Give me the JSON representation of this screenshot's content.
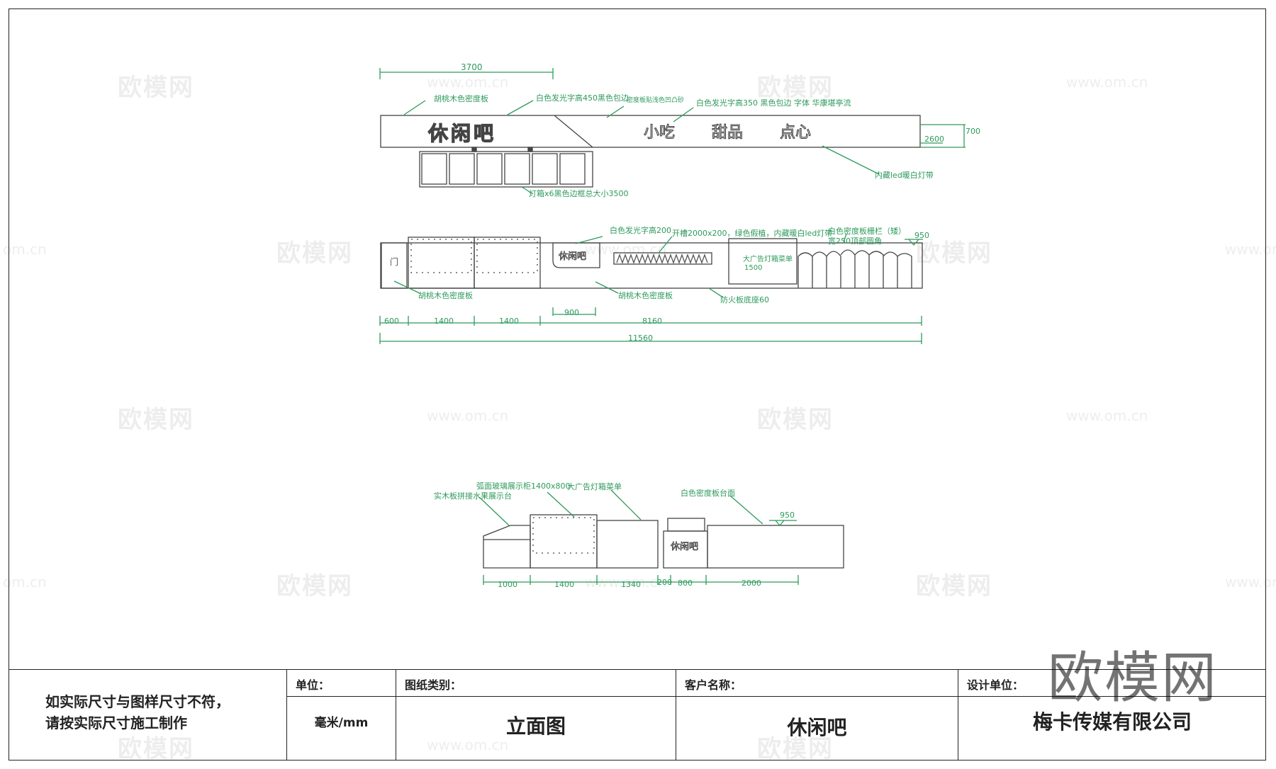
{
  "watermark": {
    "brand": "欧模网",
    "url": "www.om.cn",
    "url_fragment": "om.cn"
  },
  "drawing1": {
    "dim_top": "3700",
    "dim_right": "700",
    "dim_right2": "2600",
    "sign_main": "休闲吧",
    "sign_right": [
      "小吃",
      "甜品",
      "点心"
    ],
    "labels": {
      "walnut_board": "胡桃木色密度板",
      "white_lumin_450": "白色发光字高450黑色包边",
      "density_board_sand": "密度板贴浅色凹凸砂",
      "white_lumin_350": "白色发光字高350 黑色包边  字体 华康堪亭流",
      "led_strip": "内藏led暖白灯带",
      "lightbox": "灯箱x6黑色边框总大小3500"
    }
  },
  "drawing2": {
    "door": "门",
    "sign": "休闲吧",
    "menu": "大广告灯箱菜单",
    "menu_size": "1500",
    "dim_950": "950",
    "labels": {
      "white_lumin_200": "白色发光字高200",
      "groove": "开槽2000x200，绿色假植，内藏暖白led灯带",
      "fence": "白色密度板栅栏（矮）",
      "fence2": "宽250顶部圆角",
      "walnut_left": "胡桃木色密度板",
      "walnut_mid": "胡桃木色密度板",
      "fireproof": "防火板底座60"
    },
    "dims": [
      "600",
      "1400",
      "1400",
      "8160"
    ],
    "dim_900": "900",
    "dim_total": "11560"
  },
  "drawing3": {
    "sign": "休闲吧",
    "labels": {
      "glass_cabinet": "弧面玻璃展示柜1400x800",
      "fruit_table": "实木板拼接水果展示台",
      "menu": "大广告灯箱菜单",
      "white_counter": "白色密度板台面"
    },
    "dim_950": "950",
    "dims": [
      "1000",
      "1400",
      "1340",
      "200",
      "800",
      "2000"
    ]
  },
  "titleblock": {
    "note_line1": "如实际尺寸与图样尺寸不符，",
    "note_line2": "请按实际尺寸施工制作",
    "unit_head": "单位：",
    "unit_val": "毫米/mm",
    "type_head": "图纸类别：",
    "type_val": "立面图",
    "client_head": "客户名称：",
    "client_val": "休闲吧",
    "design_head": "设计单位：",
    "design_val": "梅卡传媒有限公司"
  },
  "colors": {
    "annotation": "#2e9a5c",
    "line": "#333333"
  }
}
